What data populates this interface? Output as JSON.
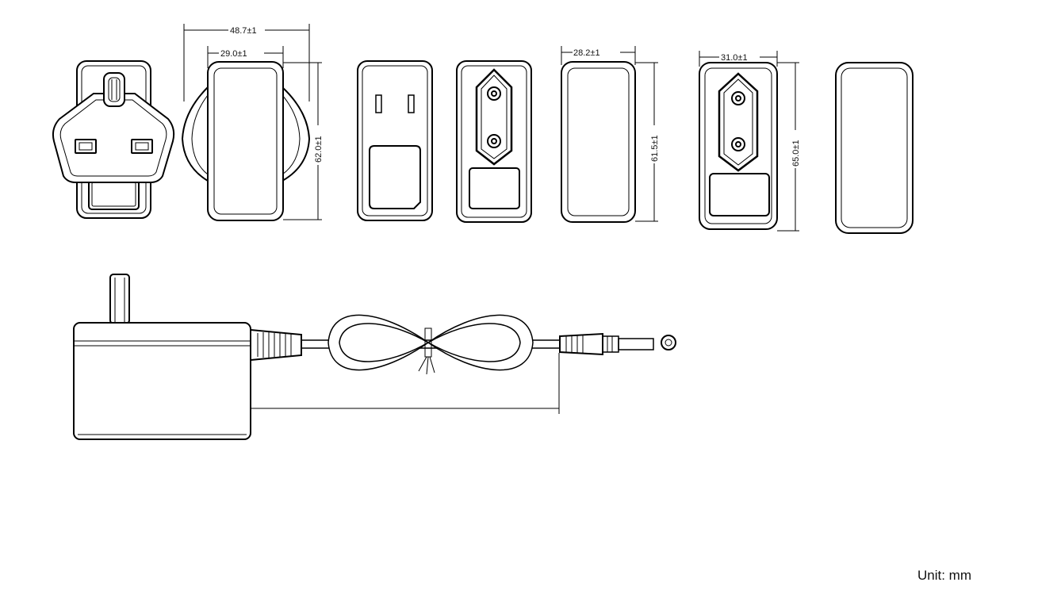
{
  "dimensions": {
    "uk_width": "48.7±1",
    "uk_body_width": "29.0±1",
    "uk_height": "62.0±1",
    "us_width": "28.2±1",
    "us_height": "61.5±1",
    "eu_width": "31.0±1",
    "eu_height": "65.0±1"
  },
  "unit_label": "Unit: mm",
  "colors": {
    "line": "#000000",
    "background": "#ffffff"
  }
}
